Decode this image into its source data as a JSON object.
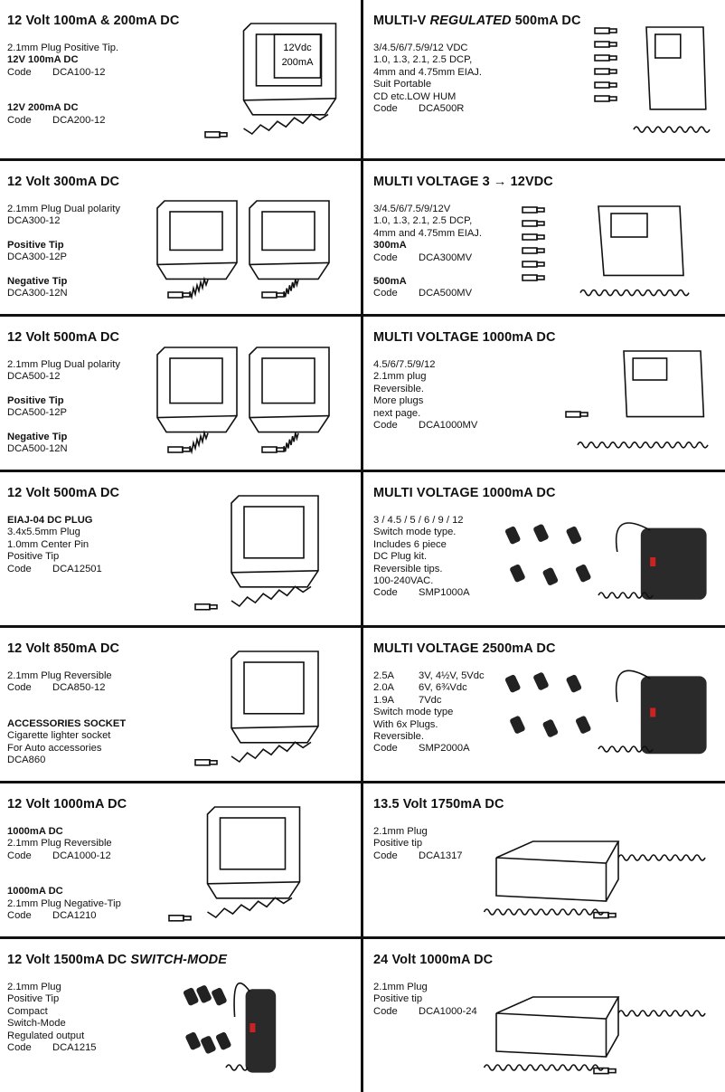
{
  "cells": [
    {
      "title": "12 Volt 100mA & 200mA DC",
      "lines": [
        {
          "t": "2.1mm Plug Positive Tip.",
          "b": false
        },
        {
          "t": "12V 100mA DC",
          "b": true
        },
        {
          "k": "Code",
          "v": "DCA100-12"
        },
        {
          "gap": true
        },
        {
          "gap": true
        },
        {
          "t": "12V 200mA DC",
          "b": true
        },
        {
          "k": "Code",
          "v": "DCA200-12"
        }
      ],
      "label_on_unit": [
        "12Vdc",
        "200mA"
      ],
      "icon": "plug-pack-adapter-icon"
    },
    {
      "title_parts": [
        "MULTI-V ",
        "REGULATED",
        " 500mA DC"
      ],
      "lines": [
        {
          "t": "3/4.5/6/7.5/9/12 VDC"
        },
        {
          "t": "1.0, 1.3, 2.1, 2.5 DCP,"
        },
        {
          "t": "4mm and 4.75mm EIAJ."
        },
        {
          "t": "Suit Portable"
        },
        {
          "t": "CD etc.LOW HUM"
        },
        {
          "k": "Code",
          "v": "DCA500R"
        }
      ],
      "icon": "multi-plug-adapter-icon"
    },
    {
      "title": "12 Volt 300mA DC",
      "lines": [
        {
          "t": "2.1mm Plug Dual polarity"
        },
        {
          "t": "DCA300-12"
        },
        {
          "gap": true
        },
        {
          "t": "Positive Tip",
          "b": true
        },
        {
          "t": "DCA300-12P"
        },
        {
          "gap": true
        },
        {
          "t": "Negative Tip",
          "b": true
        },
        {
          "t": "DCA300-12N"
        }
      ],
      "icon": "twin-adapter-icon"
    },
    {
      "title_parts": [
        "MULTI VOLTAGE 3 → 12VDC"
      ],
      "lines": [
        {
          "t": "3/4.5/6/7.5/9/12V"
        },
        {
          "t": "1.0, 1.3, 2.1, 2.5 DCP,"
        },
        {
          "t": "4mm and 4.75mm EIAJ."
        },
        {
          "t": "300mA",
          "b": true
        },
        {
          "k": "Code",
          "v": "DCA300MV"
        },
        {
          "gap": true
        },
        {
          "t": "500mA",
          "b": true
        },
        {
          "k": "Code",
          "v": "DCA500MV"
        }
      ],
      "icon": "multi-plug-adapter-icon"
    },
    {
      "title": "12 Volt 500mA DC",
      "lines": [
        {
          "t": "2.1mm Plug Dual polarity"
        },
        {
          "t": "DCA500-12"
        },
        {
          "gap": true
        },
        {
          "t": "Positive Tip",
          "b": true
        },
        {
          "t": "DCA500-12P"
        },
        {
          "gap": true
        },
        {
          "t": "Negative Tip",
          "b": true
        },
        {
          "t": "DCA500-12N"
        }
      ],
      "icon": "twin-adapter-icon"
    },
    {
      "title_parts": [
        "MULTI VOLTAGE 1000mA DC"
      ],
      "lines": [
        {
          "t": "4.5/6/7.5/9/12"
        },
        {
          "t": "2.1mm plug"
        },
        {
          "t": "Reversible."
        },
        {
          "t": "More plugs"
        },
        {
          "t": "next page."
        },
        {
          "k": "Code",
          "v": "DCA1000MV"
        }
      ],
      "icon": "adapter-with-cord-icon"
    },
    {
      "title": "12 Volt 500mA DC",
      "lines": [
        {
          "t": "EIAJ-04 DC PLUG",
          "b": true
        },
        {
          "t": "3.4x5.5mm Plug"
        },
        {
          "t": "1.0mm Center Pin"
        },
        {
          "t": "Positive Tip"
        },
        {
          "k": "Code",
          "v": "DCA12501"
        }
      ],
      "icon": "plug-pack-adapter-icon"
    },
    {
      "title_parts": [
        "MULTI VOLTAGE 1000mA DC"
      ],
      "lines": [
        {
          "t": "3 / 4.5 / 5 / 6 / 9 / 12"
        },
        {
          "t": "Switch mode type."
        },
        {
          "t": "Includes 6 piece"
        },
        {
          "t": "DC Plug kit."
        },
        {
          "t": "Reversible tips."
        },
        {
          "t": "100-240VAC."
        },
        {
          "k": "Code",
          "v": "SMP1000A"
        }
      ],
      "icon": "switch-mode-adapter-icon"
    },
    {
      "title": "12 Volt 850mA DC",
      "lines": [
        {
          "t": "2.1mm Plug Reversible"
        },
        {
          "k": "Code",
          "v": "DCA850-12"
        },
        {
          "gap": true
        },
        {
          "gap": true
        },
        {
          "t": "ACCESSORIES SOCKET",
          "b": true
        },
        {
          "t": "Cigarette lighter socket"
        },
        {
          "t": "For Auto accessories"
        },
        {
          "t": "DCA860"
        }
      ],
      "icon": "plug-pack-adapter-icon"
    },
    {
      "title_parts": [
        "MULTI VOLTAGE 2500mA DC"
      ],
      "lines": [
        {
          "k": "2.5A",
          "v": "3V, 4½V, 5Vdc"
        },
        {
          "k": "2.0A",
          "v": "6V, 6¾Vdc"
        },
        {
          "k": "1.9A",
          "v": "7Vdc"
        },
        {
          "t": "Switch mode type"
        },
        {
          "t": "With 6x Plugs."
        },
        {
          "t": "Reversible."
        },
        {
          "k": "Code",
          "v": "SMP2000A"
        }
      ],
      "icon": "switch-mode-adapter-icon"
    },
    {
      "title": "12 Volt 1000mA DC",
      "lines": [
        {
          "t": "1000mA DC",
          "b": true
        },
        {
          "t": "2.1mm Plug Reversible"
        },
        {
          "k": "Code",
          "v": "DCA1000-12"
        },
        {
          "gap": true
        },
        {
          "gap": true
        },
        {
          "t": "1000mA DC",
          "b": true
        },
        {
          "t": "2.1mm Plug Negative-Tip"
        },
        {
          "k": "Code",
          "v": "DCA1210"
        }
      ],
      "icon": "plug-pack-adapter-icon"
    },
    {
      "title_parts": [
        "13.5 Volt 1750mA DC"
      ],
      "lines": [
        {
          "t": "2.1mm Plug"
        },
        {
          "t": "Positive tip"
        },
        {
          "k": "Code",
          "v": "DCA1317"
        }
      ],
      "icon": "desktop-power-supply-icon"
    },
    {
      "title_parts": [
        "12 Volt 1500mA DC ",
        "SWITCH-MODE"
      ],
      "lines": [
        {
          "t": "2.1mm Plug"
        },
        {
          "t": "Positive Tip"
        },
        {
          "t": "Compact"
        },
        {
          "t": "Switch-Mode"
        },
        {
          "t": "Regulated output"
        },
        {
          "k": "Code",
          "v": "DCA1215"
        }
      ],
      "icon": "switch-mode-adapter-icon"
    },
    {
      "title_parts": [
        "24 Volt 1000mA DC"
      ],
      "lines": [
        {
          "t": "2.1mm Plug"
        },
        {
          "t": "Positive tip"
        },
        {
          "k": "Code",
          "v": "DCA1000-24"
        }
      ],
      "icon": "desktop-power-supply-icon"
    }
  ]
}
